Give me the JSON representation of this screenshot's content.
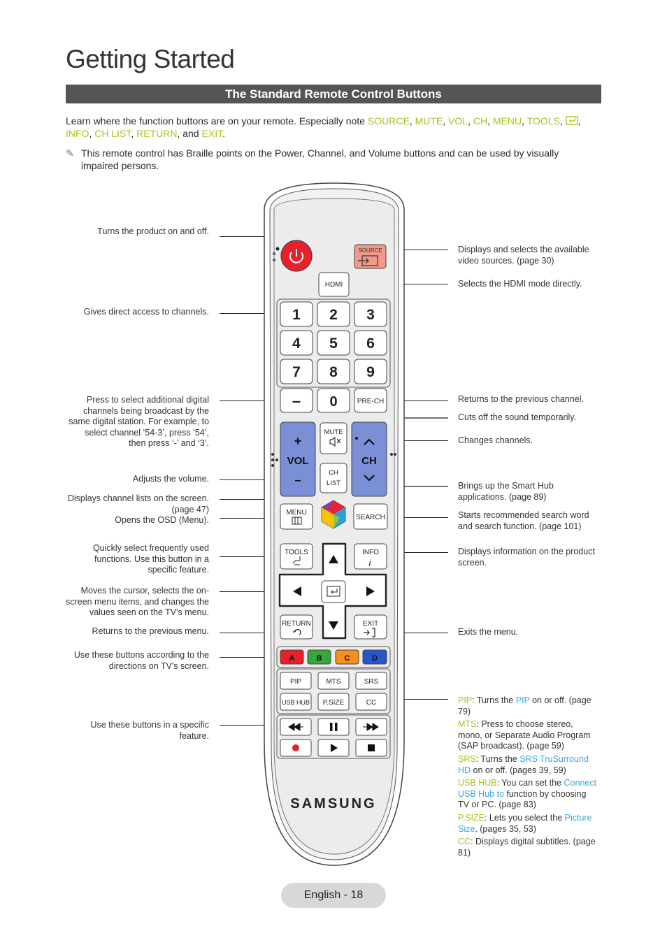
{
  "header": {
    "title": "Getting Started",
    "section": "The Standard Remote Control Buttons"
  },
  "intro": {
    "lead": "Learn where the function buttons are on your remote. Especially note ",
    "kw_source": "SOURCE",
    "kw_mute": "MUTE",
    "kw_vol": "VOL",
    "kw_ch": "CH",
    "kw_menu": "MENU",
    "kw_tools": "TOOLS",
    "kw_info": "INFO",
    "kw_chlist": "CH LIST",
    "kw_return": "RETURN",
    "and": ", and ",
    "kw_exit": "EXIT",
    "end": ".",
    "sep": ", "
  },
  "note": {
    "text": "This remote control has Braille points on the Power, Channel, and Volume buttons and can be used by visually impaired persons."
  },
  "left_labels": {
    "power": "Turns the product on and off.",
    "numbers": "Gives direct access to channels.",
    "dash": "Press to select additional digital channels being broadcast by the same digital station. For example, to select channel ‘54-3’, press ‘54’, then press ‘-’ and ‘3’.",
    "volume": "Adjusts the volume.",
    "chlist": "Displays channel lists on the screen. (page 47)",
    "menu": "Opens the OSD (Menu).",
    "tools": "Quickly select frequently used functions. Use this button in a specific feature.",
    "cursor": "Moves the cursor, selects the on-screen menu items, and changes the values seen on the TV's menu.",
    "return": "Returns to the previous menu.",
    "colors": "Use these buttons according to the directions on TV's screen.",
    "media": "Use these buttons in a specific feature."
  },
  "right_labels": {
    "source": "Displays and selects the available video sources. (page 30)",
    "hdmi": "Selects the HDMI mode directly.",
    "prech": "Returns to the previous channel.",
    "mute": "Cuts off the sound temporarily.",
    "channel": "Changes channels.",
    "smarthub": "Brings up the Smart Hub applications. (page 89)",
    "search": "Starts recommended search word and search function. (page 101)",
    "info": "Displays information on the product screen.",
    "exit": "Exits the menu."
  },
  "features": {
    "pip_k": "PIP",
    "pip_t1": ": Turns the ",
    "pip_k2": "PIP",
    "pip_t2": " on or off. (page 79)",
    "mts_k": "MTS",
    "mts_t": ": Press to choose stereo, mono, or Separate Audio Program (SAP broadcast). (page 59)",
    "srs_k": "SRS",
    "srs_t1": ": Turns the ",
    "srs_k2": "SRS TruSurround HD",
    "srs_t2": " on or off. (pages 39, 59)",
    "usb_k": "USB HUB",
    "usb_t1": ": You can set the ",
    "usb_k2": "Connect USB Hub to",
    "usb_t2": " function by choosing TV or PC. (page 83)",
    "psize_k": "P.SIZE",
    "psize_t1": ": Lets you select the ",
    "psize_k2": "Picture Size",
    "psize_t2": ". (pages 35, 53)",
    "cc_k": "CC",
    "cc_t": ": Displays digital subtitles. (page 81)"
  },
  "remote": {
    "source": "SOURCE",
    "hdmi": "HDMI",
    "digits": [
      "1",
      "2",
      "3",
      "4",
      "5",
      "6",
      "7",
      "8",
      "9"
    ],
    "dash": "–",
    "zero": "0",
    "prech": "PRE-CH",
    "vol_plus": "+",
    "vol": "VOL",
    "vol_minus": "–",
    "mute": "MUTE",
    "ch_list_1": "CH",
    "ch_list_2": "LIST",
    "ch": "CH",
    "menu": "MENU",
    "search": "SEARCH",
    "tools": "TOOLS",
    "info": "INFO",
    "info_i": "i",
    "return": "RETURN",
    "exit": "EXIT",
    "color_a": "A",
    "color_b": "B",
    "color_c": "C",
    "color_d": "D",
    "pip": "PIP",
    "mts": "MTS",
    "srs": "SRS",
    "usbhub": "USB HUB",
    "psize": "P.SIZE",
    "cc": "CC",
    "brand": "SAMSUNG"
  },
  "colors": {
    "keyword": "#a8c31d",
    "link": "#3aa6d8",
    "power": "#e8202a",
    "source": "#f29a8a",
    "vol_ch": "#7a8fd6"
  },
  "footer": {
    "page": "English - 18"
  }
}
